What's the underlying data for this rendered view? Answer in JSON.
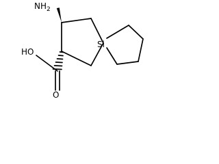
{
  "molecule": {
    "atoms": {
      "amine": "NH",
      "amine_subscript": "2",
      "silicon": "Si",
      "hydroxyl": "HO",
      "carbonyl_oxygen": "O"
    },
    "colors": {
      "bond": "#000000",
      "label": "#000000",
      "background": "#ffffff"
    }
  }
}
